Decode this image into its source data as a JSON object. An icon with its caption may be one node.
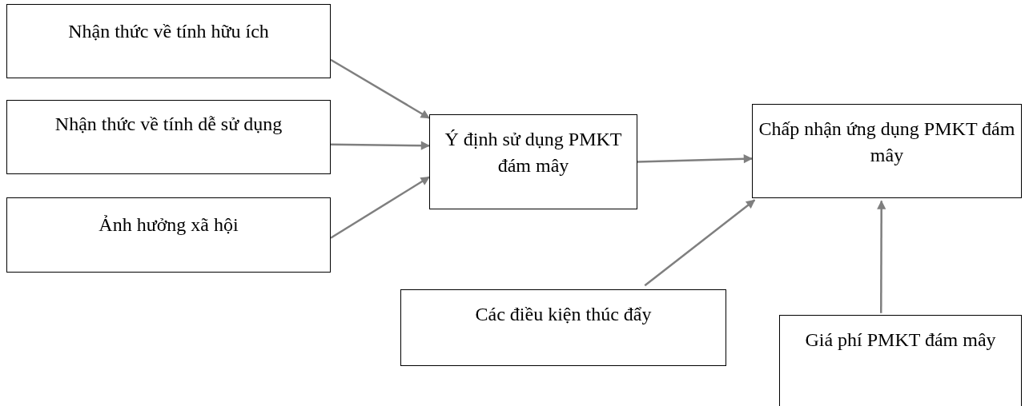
{
  "diagram": {
    "nodes": [
      {
        "text": [
          "Nhận thức về tính hữu ích"
        ]
      },
      {
        "text": [
          "Nhận thức về tính dễ sử dụng"
        ]
      },
      {
        "text": [
          "Ảnh hưởng xã hội"
        ]
      },
      {
        "text": [
          "Ý định sử dụng PMKT đám mây"
        ]
      },
      {
        "text": [
          "Chấp nhận ứng dụng PMKT đám mây"
        ]
      },
      {
        "text": [
          "Các điều kiện thúc đẩy"
        ]
      },
      {
        "text": [
          "Giá phí PMKT đám mây"
        ]
      }
    ],
    "edges": [
      {
        "from": 0,
        "to": 3,
        "arrow": "to"
      },
      {
        "from": 1,
        "to": 3,
        "arrow": "to"
      },
      {
        "from": 2,
        "to": 3,
        "arrow": "to"
      },
      {
        "from": 3,
        "to": 4,
        "arrow": "to"
      },
      {
        "from": 5,
        "to": 4,
        "arrow": "to"
      },
      {
        "from": 6,
        "to": 4,
        "arrow": "to"
      }
    ]
  }
}
